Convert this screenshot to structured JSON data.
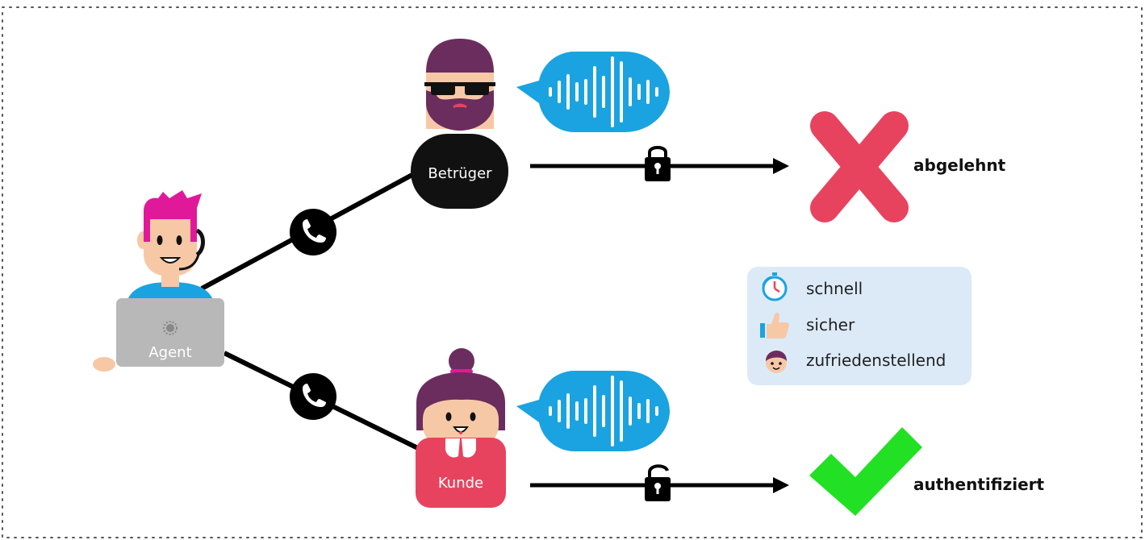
{
  "diagram": {
    "agent_label": "Agent",
    "fraudster_label": "Betrüger",
    "customer_label": "Kunde",
    "rejected_label": "abgelehnt",
    "authenticated_label": "authentifiziert",
    "legend": {
      "items": [
        {
          "label": "schnell",
          "icon": "stopwatch-icon"
        },
        {
          "label": "sicher",
          "icon": "thumbs-up-icon"
        },
        {
          "label": "zufriedenstellend",
          "icon": "smiley-face-icon"
        }
      ]
    }
  },
  "colors": {
    "bubble_blue": "#1aa3e0",
    "reject_red": "#e8435e",
    "accept_green": "#22e023",
    "legend_bg": "#dceaf8",
    "laptop_gray": "#b8b8b8",
    "hair_purple": "#6b2d5e",
    "hair_magenta": "#e0199b",
    "customer_shirt": "#e8435e"
  }
}
